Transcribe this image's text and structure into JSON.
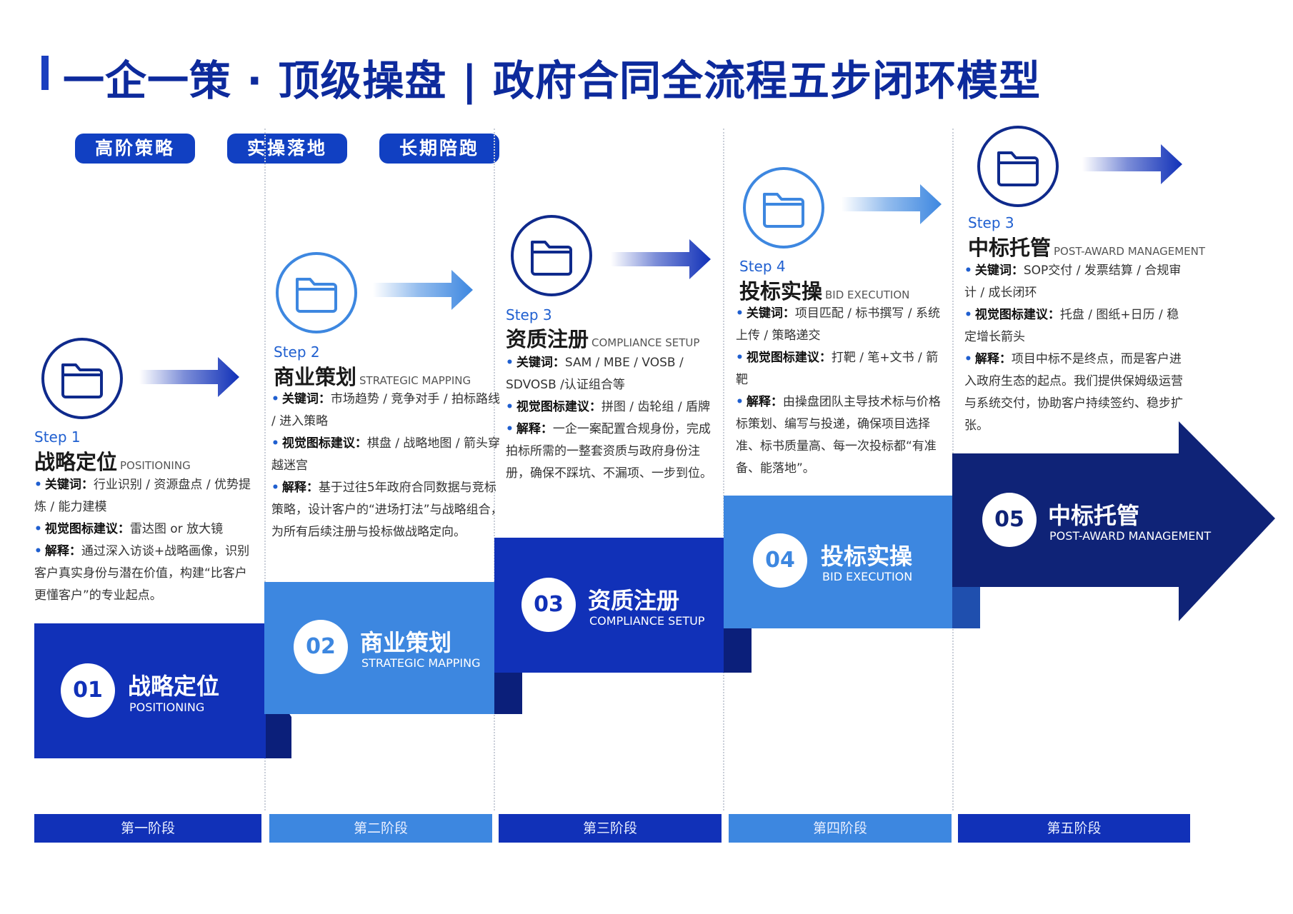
{
  "title": "一企一策 · 顶级操盘 | 政府合同全流程五步闭环模型",
  "tags": [
    "高阶策略",
    "实操落地",
    "长期陪跑"
  ],
  "colors": {
    "dark_blue": "#1131b8",
    "light_blue": "#3d87e0",
    "title_blue": "#0d2a9c"
  },
  "icon": "folder-icon",
  "steps": [
    {
      "step_label": "Step 1",
      "title": "战略定位",
      "title_en": "POSITIONING",
      "keywords_label": "关键词：",
      "keywords": "行业识别 / 资源盘点 / 优势提炼 / 能力建模",
      "visual_label": "视觉图标建议：",
      "visual": "雷达图 or 放大镜",
      "explain_label": "解释：",
      "explain": "通过深入访谈+战略画像，识别客户真实身份与潜在价值，构建“比客户更懂客户”的专业起点。",
      "num": "01",
      "block_title": "战略定位",
      "block_en": "POSITIONING",
      "stage": "第一阶段"
    },
    {
      "step_label": "Step 2",
      "title": "商业策划",
      "title_en": "STRATEGIC MAPPING",
      "keywords_label": "关键词：",
      "keywords": "市场趋势 / 竞争对手 / 拍标路线 / 进入策略",
      "visual_label": "视觉图标建议：",
      "visual": "棋盘 / 战略地图 / 箭头穿越迷宫",
      "explain_label": "解释：",
      "explain": "基于过往5年政府合同数据与竞标策略，设计客户的“进场打法”与战略组合，为所有后续注册与投标做战略定向。",
      "num": "02",
      "block_title": "商业策划",
      "block_en": "STRATEGIC MAPPING",
      "stage": "第二阶段"
    },
    {
      "step_label": "Step 3",
      "title": "资质注册",
      "title_en": "COMPLIANCE SETUP",
      "keywords_label": "关键词：",
      "keywords": "SAM / MBE / VOSB / SDVOSB /认证组合等",
      "visual_label": "视觉图标建议：",
      "visual": "拼图 / 齿轮组 / 盾牌",
      "explain_label": "解释：",
      "explain": "一企一案配置合规身份，完成拍标所需的一整套资质与政府身份注册，确保不踩坑、不漏项、一步到位。",
      "num": "03",
      "block_title": "资质注册",
      "block_en": "COMPLIANCE SETUP",
      "stage": "第三阶段"
    },
    {
      "step_label": "Step 4",
      "title": "投标实操",
      "title_en": "BID EXECUTION",
      "keywords_label": "关键词：",
      "keywords": "项目匹配 / 标书撰写 / 系统上传 / 策略递交",
      "visual_label": "视觉图标建议：",
      "visual": "打靶 / 笔+文书 / 箭靶",
      "explain_label": "解释：",
      "explain": "由操盘团队主导技术标与价格标策划、编写与投递，确保项目选择准、标书质量高、每一次投标都“有准备、能落地”。",
      "num": "04",
      "block_title": "投标实操",
      "block_en": "BID EXECUTION",
      "stage": "第四阶段"
    },
    {
      "step_label": "Step 3",
      "title": "中标托管",
      "title_en": "POST-AWARD MANAGEMENT",
      "keywords_label": "关键词：",
      "keywords": "SOP交付 / 发票结算 / 合规审计 / 成长闭环",
      "visual_label": "视觉图标建议：",
      "visual": "托盘 / 图纸+日历 / 稳定增长箭头",
      "explain_label": "解释：",
      "explain": "项目中标不是终点，而是客户进入政府生态的起点。我们提供保姆级运营与系统交付，协助客户持续签约、稳步扩张。",
      "num": "05",
      "block_title": "中标托管",
      "block_en": "POST-AWARD MANAGEMENT",
      "stage": "第五阶段"
    }
  ]
}
